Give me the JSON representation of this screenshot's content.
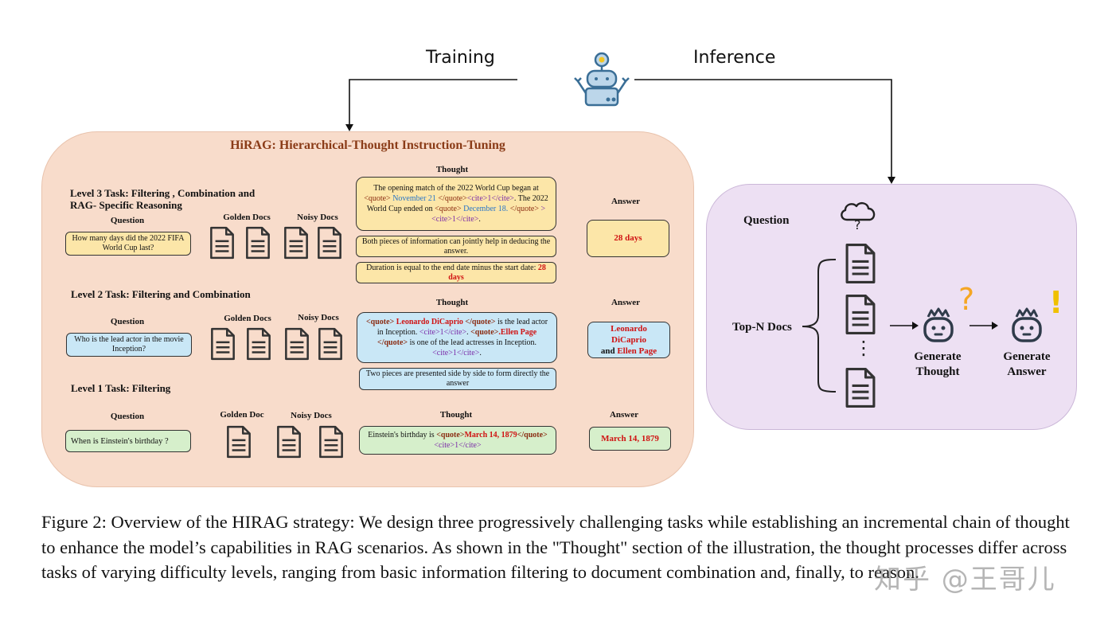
{
  "top": {
    "training": "Training",
    "inference": "Inference"
  },
  "train": {
    "title": "HiRAG: Hierarchical-Thought Instruction-Tuning",
    "level3": {
      "label_line1": "Level 3 Task:  Filtering , Combination and",
      "label_line2": "RAG- Specific Reasoning",
      "question_hdr": "Question",
      "question": "How many days did the 2022 FIFA World Cup last?",
      "golden_hdr": "Golden Docs",
      "noisy_hdr": "Noisy Docs",
      "thought_hdr": "Thought",
      "t1_a": "The opening match of the 2022 World Cup began at",
      "t1_qo": "<quote>",
      "t1_date1": " November 21 ",
      "t1_qc": "</quote>",
      "t1_cite1": "<cite>1</cite>",
      "t1_b": "The 2022 World Cup ended on ",
      "t1_qo2": "<quote>",
      "t1_date2": " December 18.",
      "t1_qc2": " </quote> ",
      "t1_cite2": "><cite>1</cite>",
      "t1_end": ".",
      "t2": "Both pieces of information can jointly help in deducing the answer.",
      "t3_a": "Duration is equal to the end date minus the start date: ",
      "t3_b": "28 days",
      "answer_hdr": "Answer",
      "answer": "28 days"
    },
    "level2": {
      "label": "Level 2 Task:  Filtering and Combination",
      "question_hdr": "Question",
      "question": "Who is the lead actor in the movie Inception?",
      "golden_hdr": "Golden Docs",
      "noisy_hdr": "Noisy Docs",
      "thought_hdr": "Thought",
      "t1_q1": "<quote>",
      "t1_n1": " Leonardo DiCaprio ",
      "t1_q2": "</quote>",
      "t1_rest1": " is the lead actor in Inception. ",
      "t1_c1": "<cite>1</cite>",
      "t1_p": ".",
      "t1_q3": "<quote>",
      "t1_n2": ".Ellen Page ",
      "t1_q4": "</quote>",
      "t1_rest2": " is one of the lead actresses in Inception. ",
      "t1_c2": "<cite>1</cite>",
      "t1_p2": ".",
      "t2": "Two pieces are presented side by side to form directly the answer",
      "answer_hdr": "Answer",
      "answer_a": "Leonardo DiCaprio",
      "answer_and": "and ",
      "answer_b": "Ellen Page"
    },
    "level1": {
      "label": "Level 1 Task:    Filtering",
      "question_hdr": "Question",
      "question": "When is Einstein's birthday ?",
      "golden_hdr": "Golden Doc",
      "noisy_hdr": "Noisy Docs",
      "thought_hdr": "Thought",
      "t1_a": "Einstein's birthday is ",
      "t1_q1": "<quote>",
      "t1_d": "March 14, 1879",
      "t1_q2": "</quote>",
      "t1_c": "<cite>1</cite>",
      "answer_hdr": "Answer",
      "answer": "March 14, 1879"
    }
  },
  "infer": {
    "question": "Question",
    "docs": "Top-N Docs",
    "gen_thought_1": "Generate",
    "gen_thought_2": "Thought",
    "gen_answer_1": "Generate",
    "gen_answer_2": "Answer",
    "q_mark": "?",
    "excl_mark": "!",
    "dots": "⋮"
  },
  "caption": "Figure 2: Overview of the HIRAG strategy: We design three progressively challenging tasks while establishing an incremental chain of thought to enhance the model’s capabilities in RAG scenarios. As shown in the \"Thought\" section of the illustration, the thought processes differ across tasks of varying difficulty levels, ranging from basic information filtering to document combination and, finally, to reason.",
  "watermark": "知乎 @王哥儿",
  "colors": {
    "train_bg": "#f8dccb",
    "infer_bg": "#ede0f3",
    "yellow": "#fce6a8",
    "blue": "#c9e7f6",
    "green": "#d6efcb",
    "accent_red": "#d01212",
    "orange_mark": "#f5a623",
    "gold_mark": "#f0c000"
  }
}
